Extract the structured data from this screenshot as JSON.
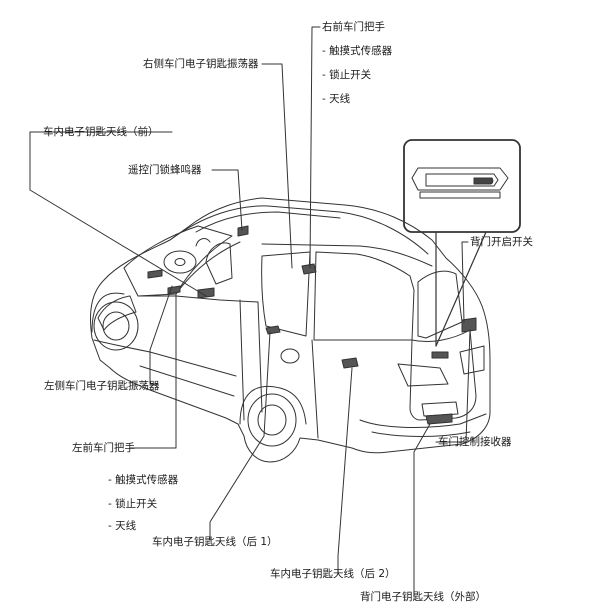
{
  "labels": {
    "right_door_oscillator": "右侧车门电子钥匙振荡器",
    "right_front_handle_title": "右前车门把手",
    "right_front_handle_items": [
      "- 触摸式传感器",
      "- 锁止开关",
      "- 天线"
    ],
    "front_interior_antenna": "车内电子钥匙天线（前）",
    "remote_buzzer": "遥控门锁蜂鸣器",
    "back_door_open_switch": "背门开启开关",
    "left_door_oscillator": "左侧车门电子钥匙振荡器",
    "left_front_handle_title": "左前车门把手",
    "left_front_handle_items": [
      "- 触摸式传感器",
      "- 锁止开关",
      "- 天线"
    ],
    "door_control_receiver": "车门控制接收器",
    "rear1_interior_antenna": "车内电子钥匙天线（后 1）",
    "rear2_interior_antenna": "车内电子钥匙天线（后 2）",
    "back_door_exterior_antenna": "背门电子钥匙天线（外部）"
  }
}
